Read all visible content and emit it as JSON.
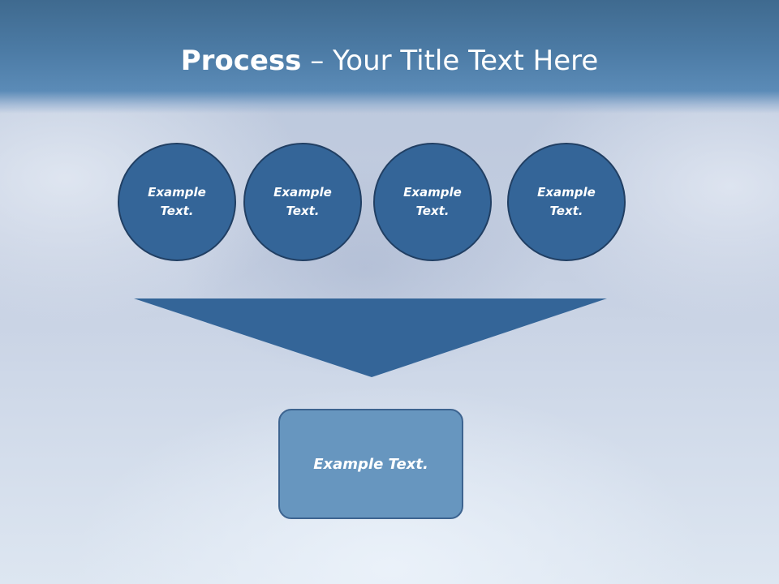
{
  "slide": {
    "title_bold": "Process",
    "title_rest": " – Your Title Text Here",
    "steps": [
      {
        "label": "Example Text."
      },
      {
        "label": "Example Text."
      },
      {
        "label": "Example Text."
      },
      {
        "label": "Example Text."
      }
    ],
    "result": {
      "label": "Example Text."
    }
  },
  "colors": {
    "circle_fill": "#346598",
    "circle_border": "#213f63",
    "funnel_fill": "#346598",
    "result_fill": "#6796bf",
    "header": "#4c7ba5"
  }
}
